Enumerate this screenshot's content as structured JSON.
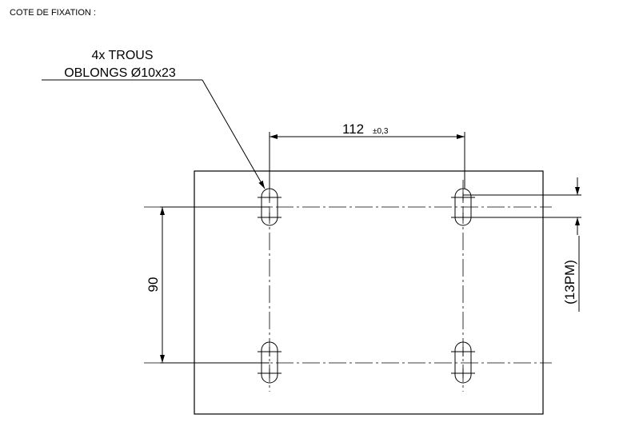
{
  "title": "COTE DE FIXATION :",
  "callout": {
    "line1": "4x TROUS",
    "line2": "OBLONGS Ø10x23"
  },
  "dimensions": {
    "horizontal": {
      "value": "112",
      "tolerance": "±0,3"
    },
    "vertical": {
      "value": "90"
    },
    "reference": {
      "value": "(13PM)"
    }
  }
}
